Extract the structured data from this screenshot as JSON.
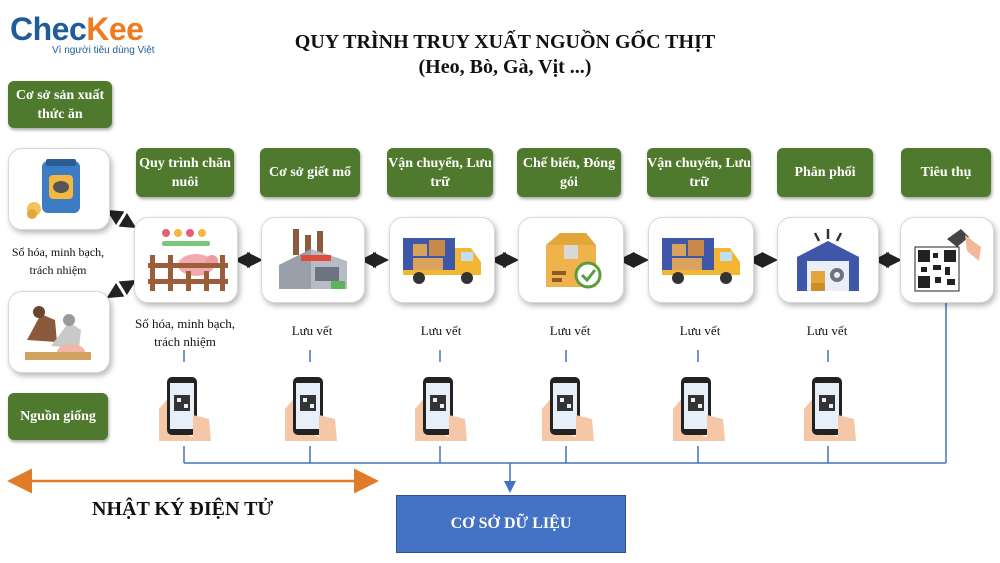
{
  "logo": {
    "part1": "Chec",
    "part2": "Kee",
    "tagline": "Vì người tiêu dùng Việt"
  },
  "title": {
    "line1": "QUY TRÌNH TRUY XUẤT NGUỒN GỐC THỊT",
    "line2": "(Heo, Bò, Gà, Vịt ...)"
  },
  "inputs": {
    "feed": "Cơ sở sản xuất thức ăn",
    "breed": "Nguồn giống",
    "caption": "Số hóa, minh bạch, trách nhiệm"
  },
  "steps": [
    {
      "title": "Quy trình chăn nuôi",
      "caption": "Số hóa, minh bạch, trách nhiệm",
      "icon": "pig-farm-icon"
    },
    {
      "title": "Cơ sở giết mổ",
      "caption": "Lưu vết",
      "icon": "factory-icon"
    },
    {
      "title": "Vận chuyển, Lưu trữ",
      "caption": "Lưu vết",
      "icon": "truck-icon"
    },
    {
      "title": "Chế biến, Đóng gói",
      "caption": "Lưu vết",
      "icon": "package-check-icon"
    },
    {
      "title": "Vận chuyển, Lưu trữ",
      "caption": "Lưu vết",
      "icon": "truck-icon"
    },
    {
      "title": "Phân phối",
      "caption": "Lưu vết",
      "icon": "warehouse-icon"
    },
    {
      "title": "Tiêu thụ",
      "caption": "",
      "icon": "qr-scanner-icon"
    }
  ],
  "database": "CƠ SỞ DỮ LIỆU",
  "diary": "NHẬT KÝ ĐIỆN TỬ",
  "colors": {
    "green": "#4f7a2e",
    "blue": "#4472c4",
    "orange": "#e07b2a",
    "brand_blue": "#1f5c99",
    "brand_orange": "#f07a21"
  }
}
